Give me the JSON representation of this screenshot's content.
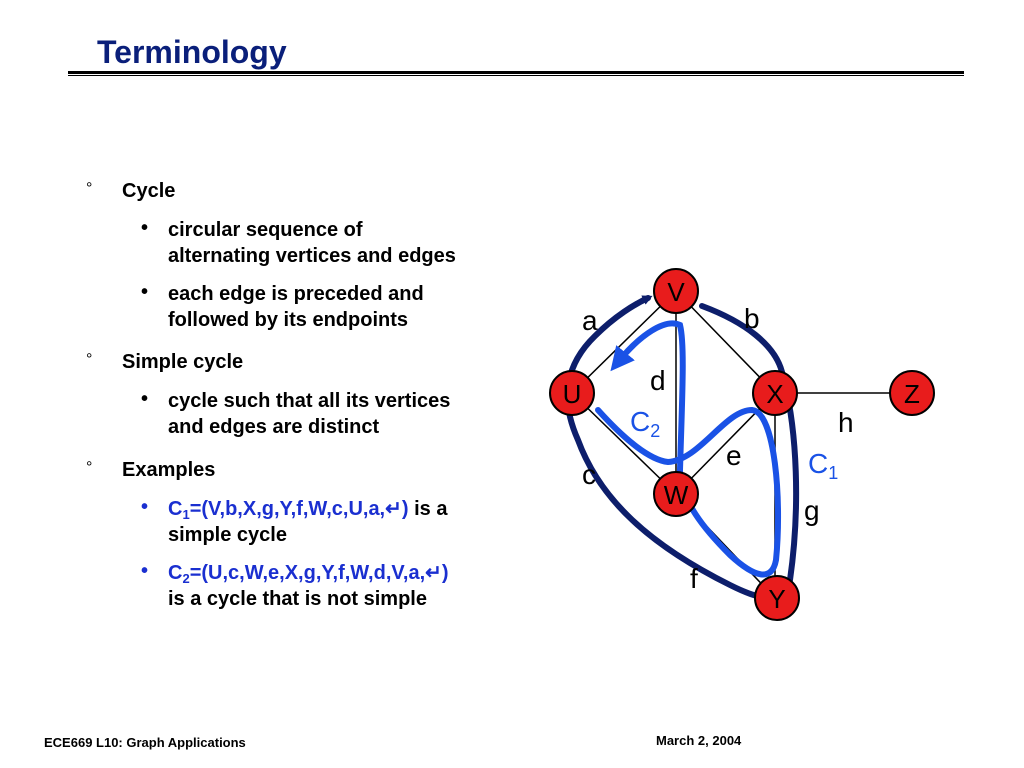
{
  "slide": {
    "title": "Terminology",
    "bullets": [
      {
        "text": "Cycle",
        "subs": [
          {
            "line1": "circular sequence of",
            "line2": "alternating vertices and edges"
          },
          {
            "line1": "each edge is preceded and",
            "line2": "followed by its endpoints"
          }
        ]
      },
      {
        "text": "Simple cycle",
        "subs": [
          {
            "line1": "cycle such that all its vertices",
            "line2": "and edges are distinct"
          }
        ]
      },
      {
        "text": "Examples",
        "examples": [
          {
            "c": "C",
            "sub": "1",
            "seq": "=(V,b,X,g,Y,f,W,c,U,a,",
            "ret": "↵",
            "close": ")",
            "tail": " is a",
            "line2": "simple cycle"
          },
          {
            "c": "C",
            "sub": "2",
            "seq": "=(U,c,W,e,X,g,Y,f,W,d,V,a,",
            "ret": "↵",
            "close": ")",
            "tail": "",
            "line2": "is a cycle that is not simple"
          }
        ]
      }
    ],
    "bullet_marks": {
      "level1": "°",
      "level2": "•"
    }
  },
  "graph": {
    "vertices": [
      "V",
      "U",
      "X",
      "Z",
      "W",
      "Y"
    ],
    "edges": [
      "a",
      "b",
      "d",
      "c",
      "e",
      "h",
      "g",
      "f"
    ],
    "cycles": [
      {
        "c": "C",
        "sub": "1"
      },
      {
        "c": "C",
        "sub": "2"
      }
    ],
    "colors": {
      "vertex_fill": "#e81c1c",
      "c1_stroke": "#0d1e6b",
      "c2_stroke": "#1a52e6"
    }
  },
  "footer": {
    "left": "ECE669  L10: Graph Applications",
    "right": "March 2, 2004"
  }
}
